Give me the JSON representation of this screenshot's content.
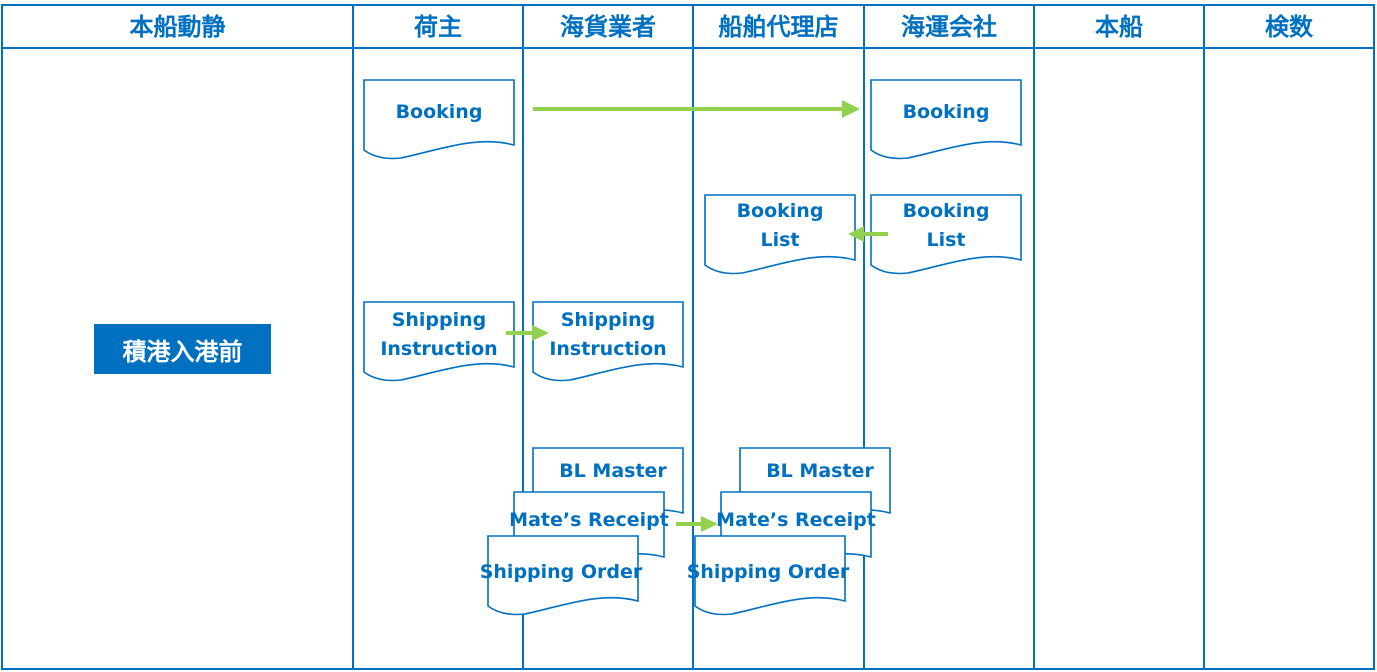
{
  "colors": {
    "line": "#0070C0",
    "text": "#0070C0",
    "arrow": "#92D050",
    "badge": "#0070C0"
  },
  "lanes": [
    "本船動静",
    "荷主",
    "海貨業者",
    "船舶代理店",
    "海運会社",
    "本船",
    "検数"
  ],
  "phase": {
    "label": "積港入港前"
  },
  "documents": {
    "booking_shipper": {
      "lines": [
        "Booking"
      ]
    },
    "booking_carrier": {
      "lines": [
        "Booking"
      ]
    },
    "booking_list_agent": {
      "lines": [
        "Booking",
        "List"
      ]
    },
    "booking_list_carrier": {
      "lines": [
        "Booking",
        "List"
      ]
    },
    "si_shipper": {
      "lines": [
        "Shipping",
        "Instruction"
      ]
    },
    "si_forwarder": {
      "lines": [
        "Shipping",
        "Instruction"
      ]
    },
    "bl_master_forwarder": {
      "lines": [
        "BL Master"
      ]
    },
    "mates_receipt_forwarder": {
      "lines": [
        "Mate’s Receipt"
      ]
    },
    "shipping_order_forwarder": {
      "lines": [
        "Shipping  Order"
      ]
    },
    "bl_master_agent": {
      "lines": [
        "BL Master"
      ]
    },
    "mates_receipt_agent": {
      "lines": [
        "Mate’s Receipt"
      ]
    },
    "shipping_order_agent": {
      "lines": [
        "Shipping  Order"
      ]
    }
  },
  "flows": [
    {
      "from": "booking_shipper",
      "to": "booking_carrier"
    },
    {
      "from": "booking_list_carrier",
      "to": "booking_list_agent"
    },
    {
      "from": "si_shipper",
      "to": "si_forwarder"
    },
    {
      "from": "mates_receipt_forwarder",
      "to": "mates_receipt_agent"
    }
  ]
}
